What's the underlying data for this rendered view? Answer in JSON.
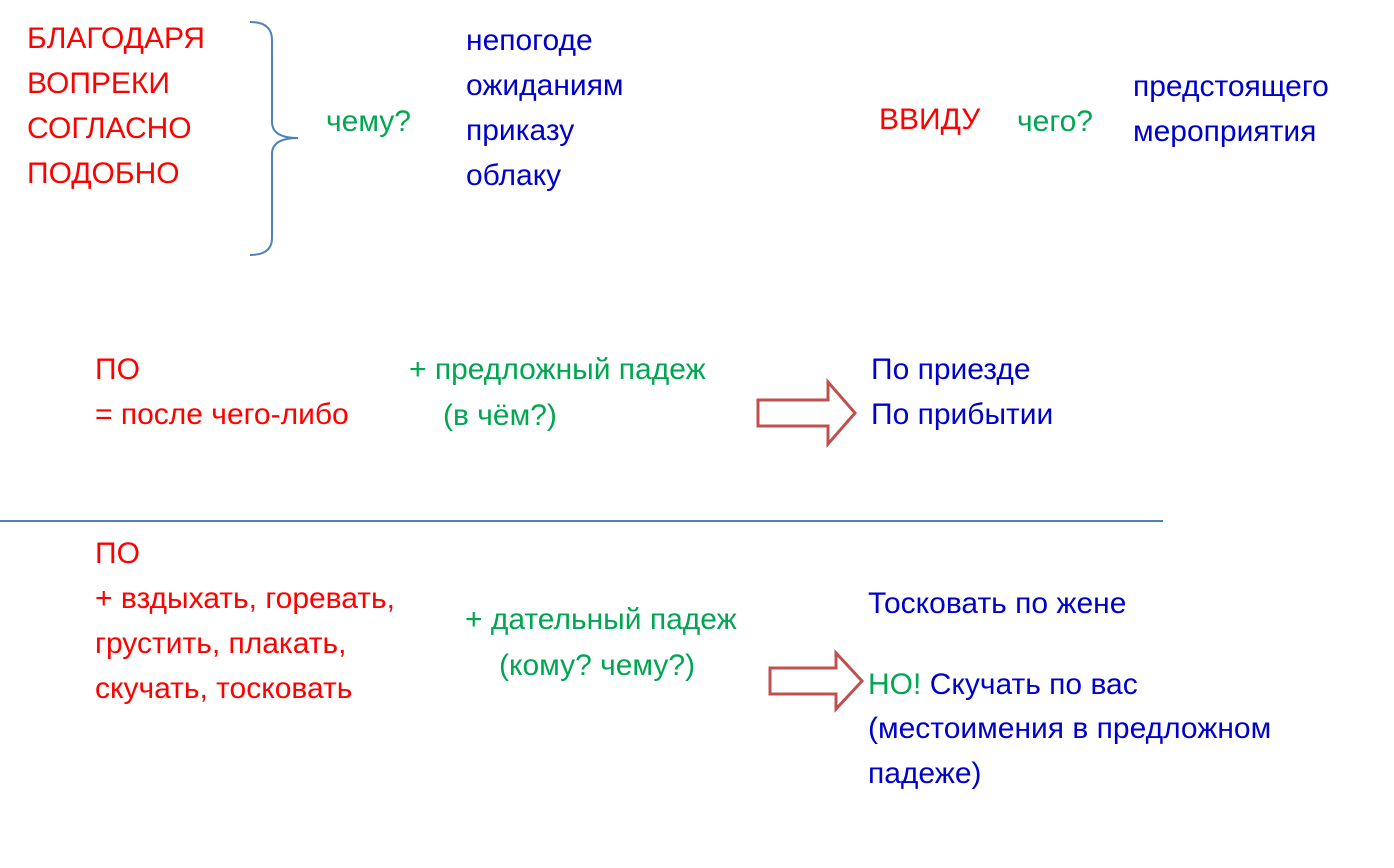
{
  "colors": {
    "preposition": "#ff0000",
    "question": "#00a651",
    "example": "#0000cc",
    "arrow_stroke": "#c0504d",
    "divider": "#4f81bd"
  },
  "section1": {
    "prepositions": [
      "БЛАГОДАРЯ",
      "ВОПРЕКИ",
      "СОГЛАСНО",
      "ПОДОБНО"
    ],
    "question": "чему?",
    "examples": [
      "непогоде",
      "ожиданиям",
      "приказу",
      "облаку"
    ]
  },
  "section2": {
    "preposition": "ВВИДУ",
    "question": "чего?",
    "examples": [
      "предстоящего",
      "мероприятия"
    ]
  },
  "section3": {
    "preposition": "ПО",
    "meaning": "= после чего-либо",
    "case": "+ предложный падеж",
    "case_question": "(в чём?)",
    "examples": [
      "По приезде",
      "По прибытии"
    ]
  },
  "section4": {
    "preposition": "ПО",
    "verbs": [
      "+ вздыхать, горевать,",
      "грустить, плакать,",
      "скучать, тосковать"
    ],
    "case": "+ дательный падеж",
    "case_question": "(кому? чему?)",
    "example": "Тосковать по жене",
    "but_label": "НО!",
    "exception": "Скучать по вас",
    "exception_note": [
      "(местоимения в предложном",
      "падеже)"
    ]
  }
}
